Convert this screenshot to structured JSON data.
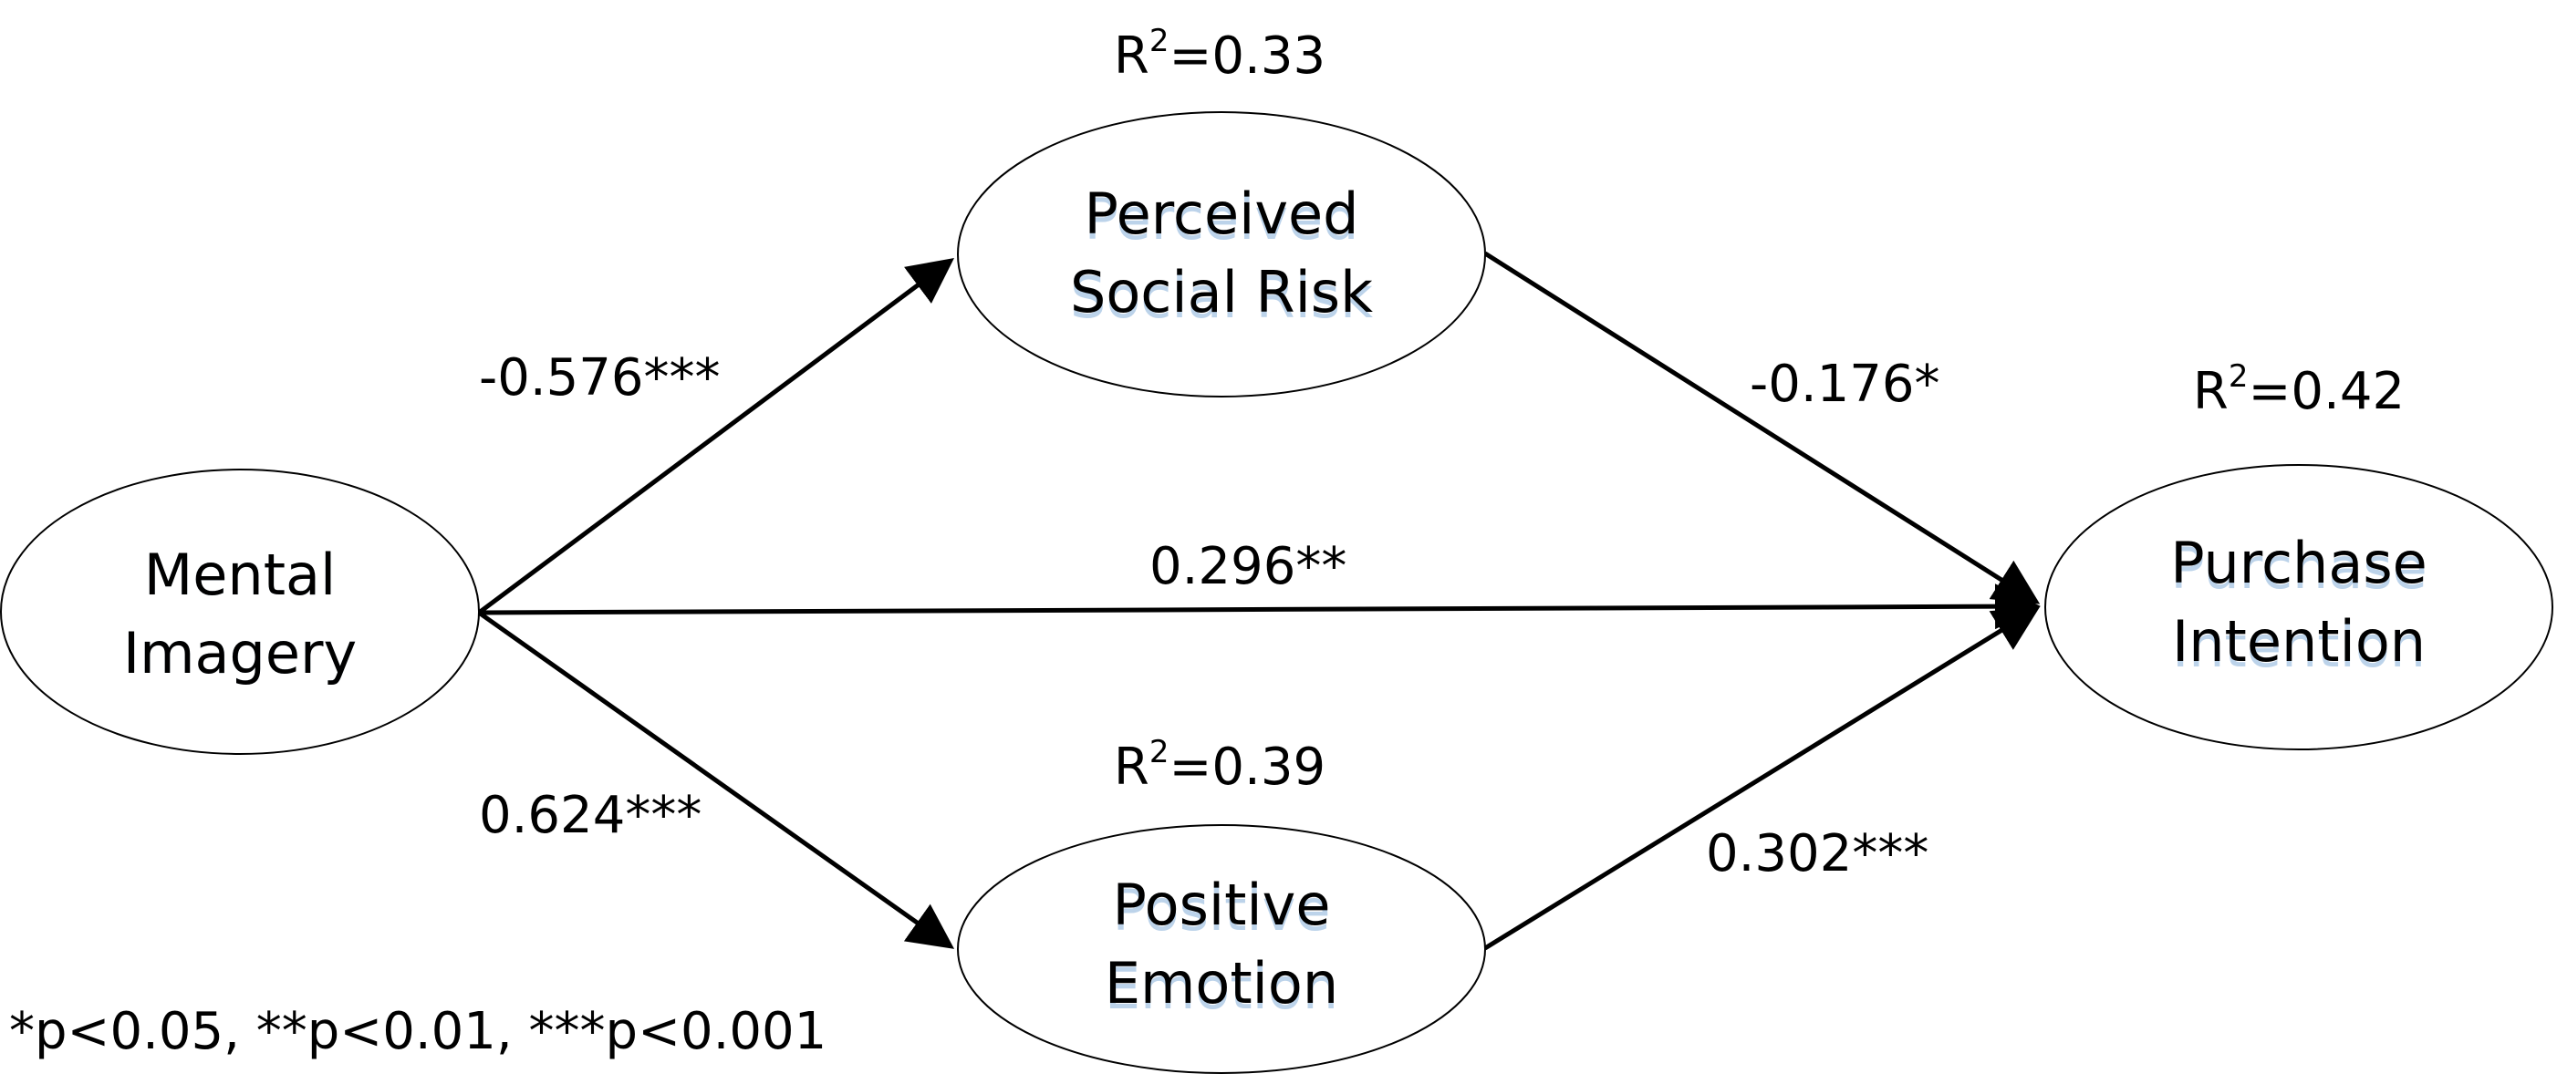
{
  "nodes": {
    "mental_imagery": {
      "line1": "Mental",
      "line2": "Imagery"
    },
    "perceived_social_risk": {
      "line1": "Perceived",
      "line2": "Social Risk"
    },
    "positive_emotion": {
      "line1": "Positive",
      "line2": "Emotion"
    },
    "purchase_intention": {
      "line1": "Purchase",
      "line2": "Intention"
    }
  },
  "r_squared": {
    "perceived_social_risk": {
      "base": "R",
      "exp": "2",
      "value": "=0.33"
    },
    "positive_emotion": {
      "base": "R",
      "exp": "2",
      "value": "=0.39"
    },
    "purchase_intention": {
      "base": "R",
      "exp": "2",
      "value": "=0.42"
    }
  },
  "paths": {
    "mi_to_psr": "-0.576***",
    "mi_to_pe": "0.624***",
    "mi_to_pi": "0.296**",
    "psr_to_pi": "-0.176*",
    "pe_to_pi": "0.302***"
  },
  "legend": "*p<0.05, **p<0.01, ***p<0.001"
}
